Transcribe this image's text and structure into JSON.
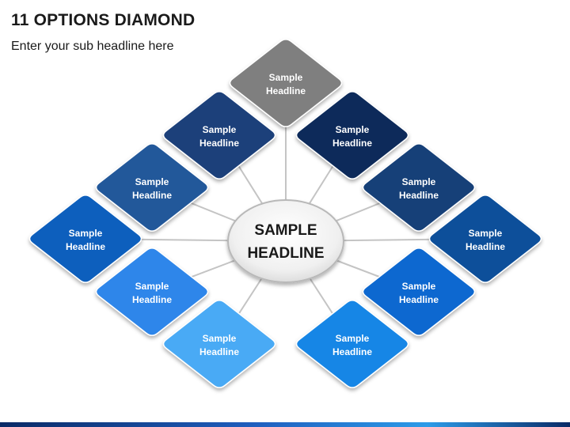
{
  "header": {
    "title": "11 OPTIONS DIAMOND",
    "subtitle": "Enter your sub headline here"
  },
  "center": {
    "line1": "SAMPLE",
    "line2": "HEADLINE"
  },
  "nodes": [
    {
      "line1": "Sample",
      "line2": "Headline",
      "color": "#7f7f7f"
    },
    {
      "line1": "Sample",
      "line2": "Headline",
      "color": "#1c3f7a"
    },
    {
      "line1": "Sample",
      "line2": "Headline",
      "color": "#0e2c5a"
    },
    {
      "line1": "Sample",
      "line2": "Headline",
      "color": "#24589a"
    },
    {
      "line1": "Sample",
      "line2": "Headline",
      "color": "#173f78"
    },
    {
      "line1": "Sample",
      "line2": "Headline",
      "color": "#0d5fbd"
    },
    {
      "line1": "Sample",
      "line2": "Headline",
      "color": "#0a4f9a"
    },
    {
      "line1": "Sample",
      "line2": "Headline",
      "color": "#2e86ea"
    },
    {
      "line1": "Sample",
      "line2": "Headline",
      "color": "#0a68d0"
    },
    {
      "line1": "Sample",
      "line2": "Headline",
      "color": "#4aaaf5"
    },
    {
      "line1": "Sample",
      "line2": "Headline",
      "color": "#1386e6"
    }
  ]
}
